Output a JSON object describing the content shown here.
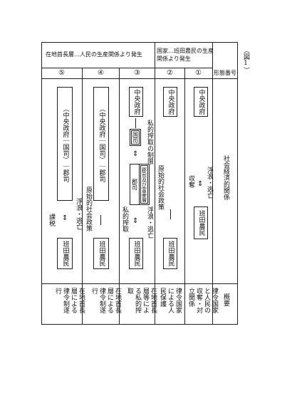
{
  "figure_label": "（図1）",
  "header": {
    "group_left": "在地首長層…人民の生産関係より発生",
    "group_right": "国家…班田農民の生産関係より発生",
    "pattern_header": "形態番号"
  },
  "patterns": [
    "⑤",
    "④",
    "③",
    "②",
    "①"
  ],
  "row_labels": {
    "social": "社会経済的関係",
    "summary": "概要"
  },
  "col5": {
    "chain": "（中央政府｜国司）｜郡司",
    "arrow_label": "浮浪・逃亡",
    "tax_label": "課税",
    "farmer": "班田農民",
    "summary": "在地首長層による律令制遂行"
  },
  "col4": {
    "chain": "（中央政府｜国司）｜郡司",
    "side_label": "原始的社会政策",
    "farmer": "班田農民",
    "summary": "在地首長層による律令制遂行"
  },
  "col3": {
    "gov": "中央政府",
    "kokushi": "国司",
    "gunji": "郡司",
    "gunji_combo": "郡司及び富豪層",
    "private_rule": "私的搾取の制限",
    "private_take": "私的搾取",
    "arrow_label": "浮浪・逃亡",
    "farmer": "班田農民",
    "summary": "在地首長層等による私的搾取"
  },
  "col2": {
    "gov": "中央政府",
    "side_label": "原始的社会政策",
    "farmer": "班田農民",
    "summary": "律令国家による人民保護"
  },
  "col1": {
    "gov": "中央政府",
    "collect_label": "収奪",
    "arrow_label": "浮浪・逃亡",
    "farmer": "班田農民",
    "summary": "律令国家と人民の収奪・対立関係"
  },
  "icons": {
    "updown": "⇕"
  }
}
